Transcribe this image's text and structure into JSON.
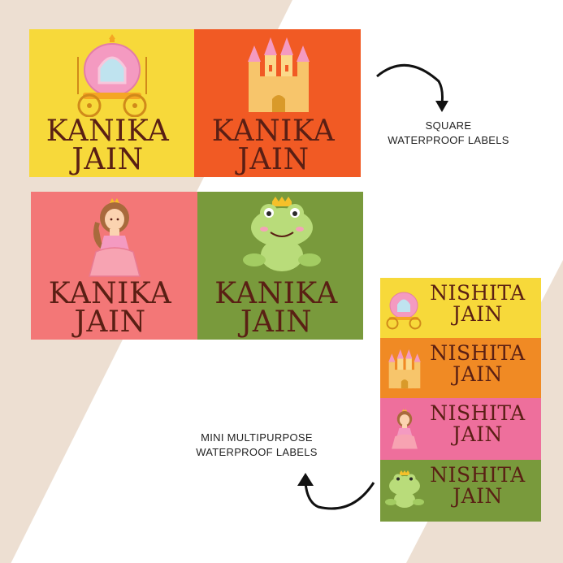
{
  "colors": {
    "background": "#ffffff",
    "diagonal_band": "#eddfd2",
    "yellow": "#f7d93a",
    "orange_red": "#f15a24",
    "pink": "#f37777",
    "green": "#799a3c",
    "mini_orange": "#f08a24",
    "mini_pink": "#ee6f9c",
    "text": "#5a1f14"
  },
  "square_labels": {
    "caption_line1": "SQUARE",
    "caption_line2": "WATERPROOF LABELS",
    "items": [
      {
        "first": "KANIKA",
        "last": "JAIN",
        "art": "carriage-icon",
        "color": "#f7d93a"
      },
      {
        "first": "KANIKA",
        "last": "JAIN",
        "art": "castle-icon",
        "color": "#f15a24"
      },
      {
        "first": "KANIKA",
        "last": "JAIN",
        "art": "princess-icon",
        "color": "#f37777"
      },
      {
        "first": "KANIKA",
        "last": "JAIN",
        "art": "frog-prince-icon",
        "color": "#799a3c"
      }
    ]
  },
  "mini_labels": {
    "caption_line1": "MINI MULTIPURPOSE",
    "caption_line2": "WATERPROOF LABELS",
    "items": [
      {
        "first": "NISHITA",
        "last": "JAIN",
        "art": "carriage-icon",
        "color": "#f7d93a"
      },
      {
        "first": "NISHITA",
        "last": "JAIN",
        "art": "castle-icon",
        "color": "#f08a24"
      },
      {
        "first": "NISHITA",
        "last": "JAIN",
        "art": "princess-icon",
        "color": "#ee6f9c"
      },
      {
        "first": "NISHITA",
        "last": "JAIN",
        "art": "frog-prince-icon",
        "color": "#799a3c"
      }
    ]
  }
}
